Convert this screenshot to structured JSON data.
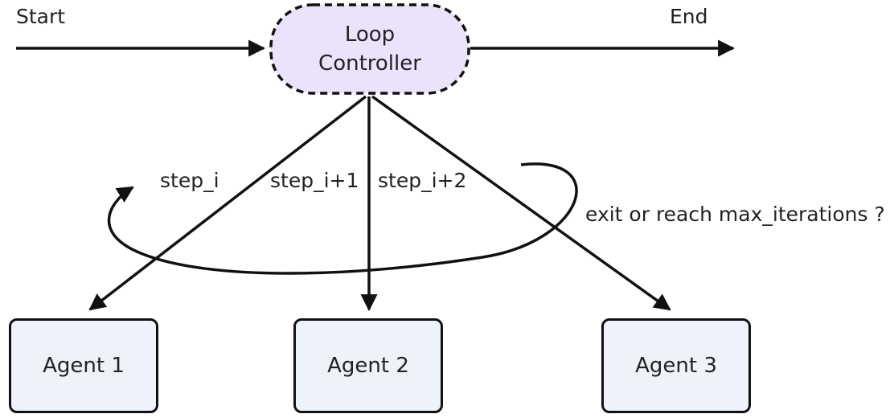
{
  "flow": {
    "start_label": "Start",
    "end_label": "End"
  },
  "controller": {
    "line1": "Loop",
    "line2": "Controller",
    "fill_color": "#ebe3fb",
    "border_style": "dashed"
  },
  "edges": {
    "step_1": "step_i",
    "step_2": "step_i+1",
    "step_3": "step_i+2"
  },
  "loop_condition": "exit or reach max_iterations ?",
  "agents": [
    {
      "label": "Agent 1"
    },
    {
      "label": "Agent 2"
    },
    {
      "label": "Agent 3"
    }
  ],
  "colors": {
    "agent_fill": "#eef2fb",
    "stroke": "#111111"
  }
}
